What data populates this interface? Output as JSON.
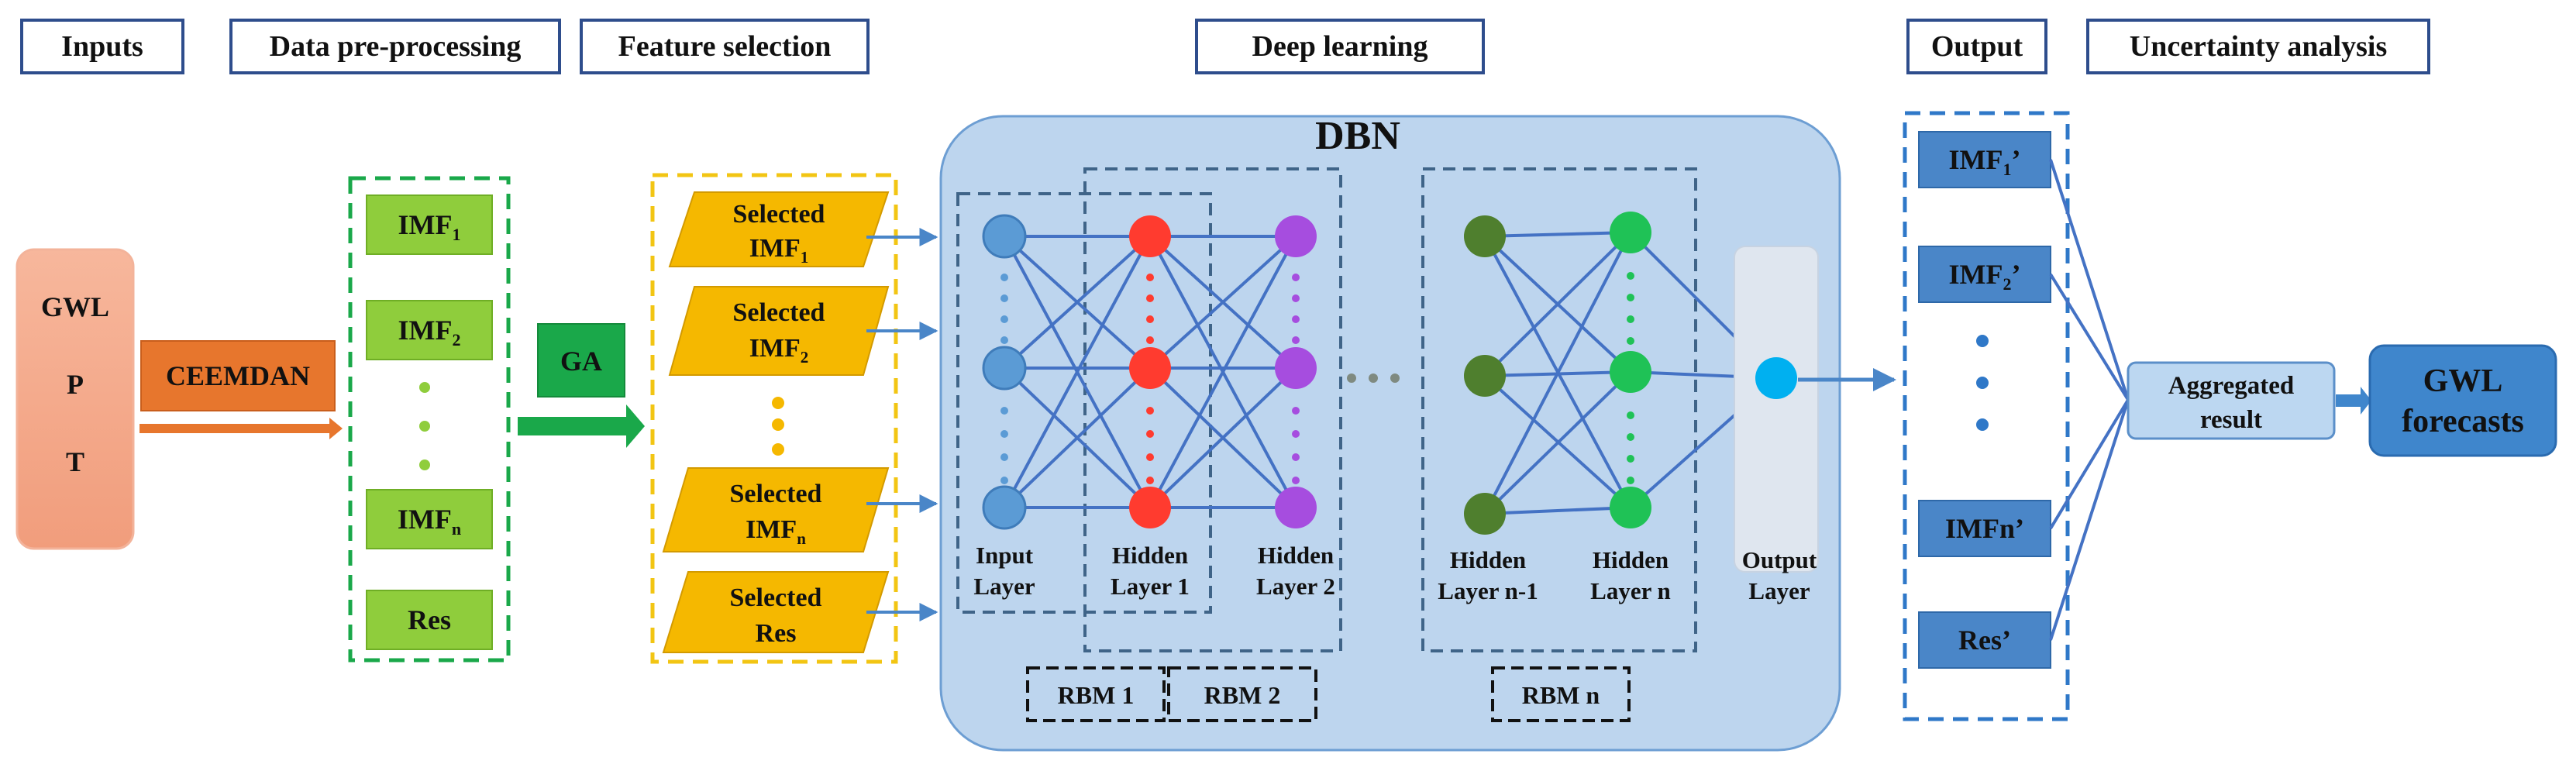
{
  "headers": {
    "inputs": "Inputs",
    "preprocessing": "Data pre-processing",
    "feature_selection": "Feature selection",
    "deep_learning": "Deep learning",
    "output": "Output",
    "uncertainty": "Uncertainty analysis"
  },
  "inputs": {
    "lines": [
      "GWL",
      "P",
      "T"
    ]
  },
  "ceemdan": "CEEMDAN",
  "imfs": {
    "imf1": {
      "base": "IMF",
      "sub": "1"
    },
    "imf2": {
      "base": "IMF",
      "sub": "2"
    },
    "imfn": {
      "base": "IMF",
      "sub": "n"
    },
    "res": "Res"
  },
  "ga": "GA",
  "selected": {
    "word": "Selected",
    "imf1": {
      "base": "IMF",
      "sub": "1"
    },
    "imf2": {
      "base": "IMF",
      "sub": "2"
    },
    "imfn": {
      "base": "IMF",
      "sub": "n"
    },
    "res": "Res"
  },
  "dbn": {
    "title": "DBN",
    "layers": {
      "input": [
        "Input",
        "Layer"
      ],
      "hidden1": [
        "Hidden",
        "Layer 1"
      ],
      "hidden2": [
        "Hidden",
        "Layer 2"
      ],
      "hiddenn1": [
        "Hidden",
        "Layer n-1"
      ],
      "hiddenn": [
        "Hidden",
        "Layer n"
      ],
      "output": [
        "Output",
        "Layer"
      ]
    },
    "rbm": [
      "RBM 1",
      "RBM 2",
      "RBM n"
    ]
  },
  "outputs": {
    "imf1p": {
      "base": "IMF",
      "sub": "1",
      "suffix": "’"
    },
    "imf2p": {
      "base": "IMF",
      "sub": "2",
      "suffix": "’"
    },
    "imfnp": "IMFn’",
    "resp": "Res’"
  },
  "aggregated": [
    "Aggregated",
    "result"
  ],
  "forecast": [
    "GWL",
    "forecasts"
  ],
  "colors": {
    "header_border": "#2e4d8c",
    "input_box": "#f4a98a",
    "ceemdan": "#e7762d",
    "imf_green": "#8fcd3c",
    "imf_dash": "#1aa84a",
    "ga_green": "#1aa84a",
    "selected_yellow": "#f5b800",
    "selected_dash": "#f2c513",
    "dbn_bg": "#bdd5ee",
    "dbn_border": "#6d9ed3",
    "blue_node": "#5b9bd5",
    "red_node": "#ff3b2f",
    "purple_node": "#a64ddf",
    "darkgreen_node": "#4f7f2e",
    "green_node": "#1fc256",
    "cyan_node": "#00b0f0",
    "out_box": "#4a86c8",
    "out_dash": "#2f78c8",
    "agg_box": "#bcd7f1",
    "forecast_box": "#3f86cc",
    "line_blue": "#4472c4"
  }
}
